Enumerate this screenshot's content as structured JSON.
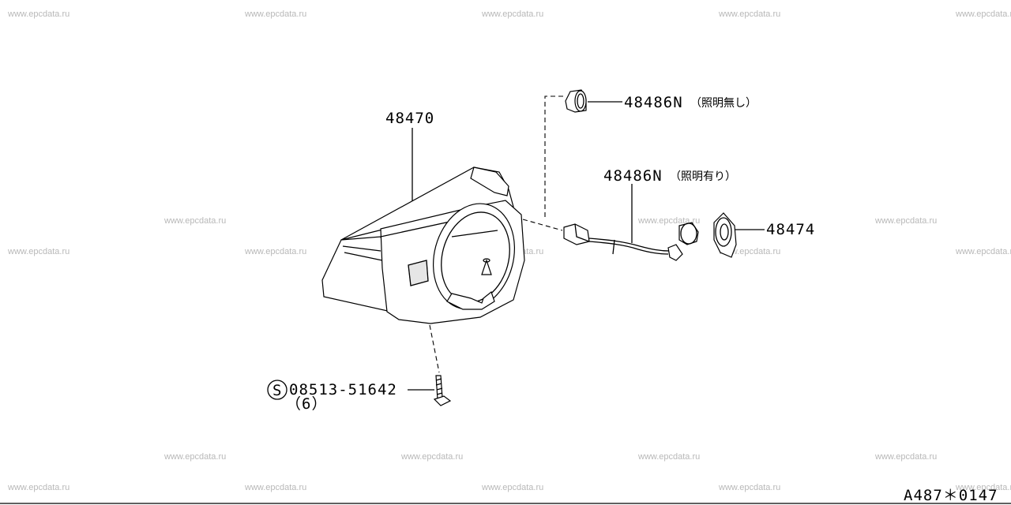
{
  "watermark": "www.epcdata.ru",
  "parts": {
    "cover": {
      "number": "48470"
    },
    "bulb_no_illum": {
      "number": "48486N",
      "note": "（照明無し）"
    },
    "bulb_with_illum": {
      "number": "48486N",
      "note": "（照明有り）"
    },
    "ring": {
      "number": "48474"
    },
    "screw": {
      "symbol": "S",
      "number": "08513-51642",
      "qty": "（6）"
    }
  },
  "diagram_code": "A487＊0147"
}
